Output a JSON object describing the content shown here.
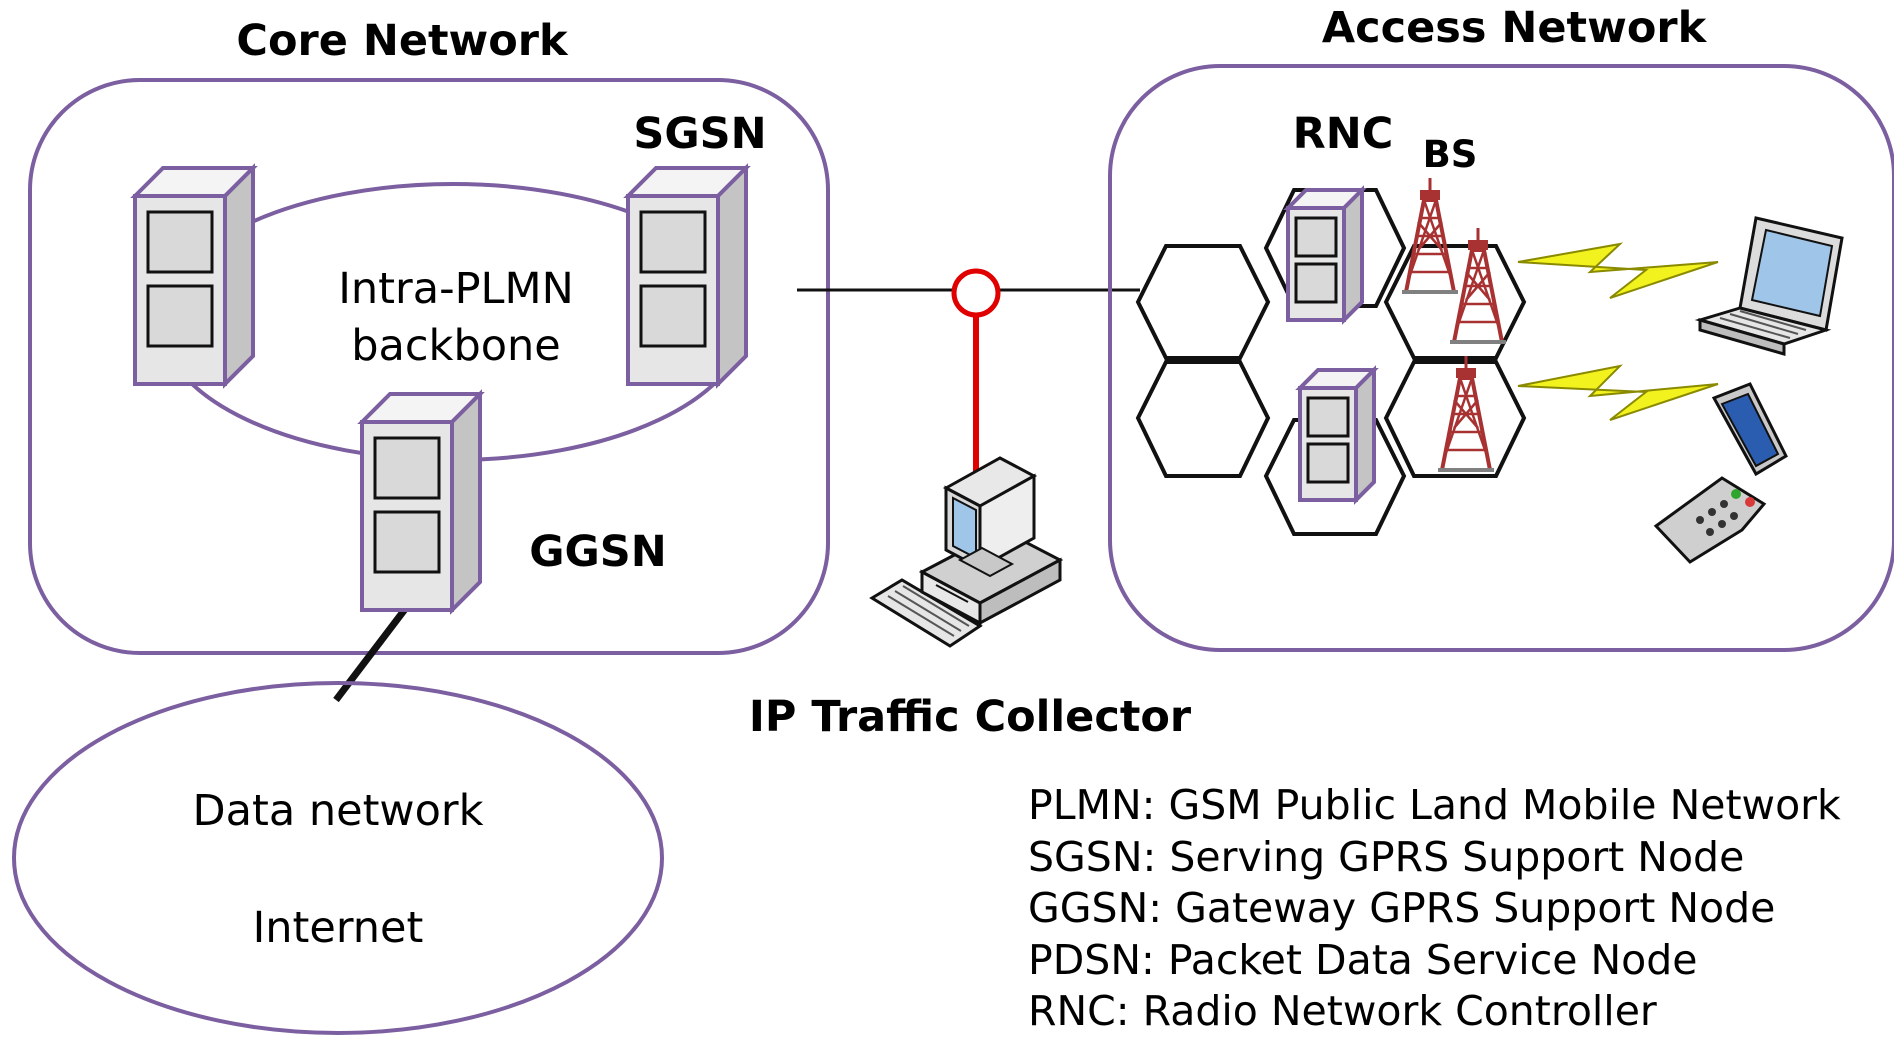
{
  "labels": {
    "core_network": "Core Network",
    "access_network": "Access Network",
    "sgsn": "SGSN",
    "ggsn": "GGSN",
    "rnc": "RNC",
    "bs": "BS",
    "backbone_line1": "Intra-PLMN",
    "backbone_line2": "backbone",
    "data_network": "Data network",
    "internet": "Internet",
    "ip_traffic_collector": "IP Traffic Collector"
  },
  "legend": [
    "PLMN: GSM Public Land Mobile Network",
    "SGSN: Serving GPRS Support Node",
    "GGSN: Gateway GPRS Support Node",
    "PDSN: Packet Data Service Node",
    "RNC: Radio Network Controller"
  ],
  "colors": {
    "boundary": "#7b5fa0",
    "server_face": "#e6e6e6",
    "server_side": "#c4c4c4",
    "collector_link": "#e00000",
    "lightning": "#f2f21e",
    "tower": "#a83232"
  }
}
